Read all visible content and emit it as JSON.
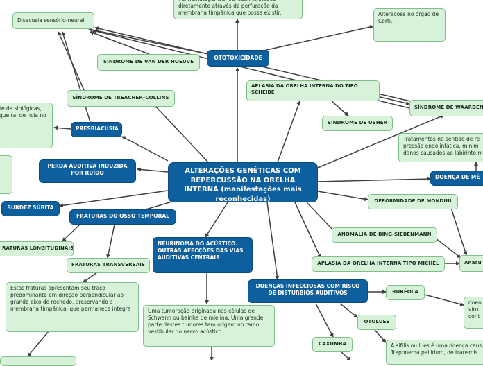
{
  "nodes": {
    "central": "ALTERAÇÕES GENÉTICAS COM REPERCUSSÃO NA ORELHA INTERNA (manifestações mais reconhecidas)",
    "ototoxicidade": "OTOTOXICIDADE",
    "top_note": "via hematogênica, ou local, injetados diretamente através de perfuração da membrana timpânica que possa existir.",
    "orgao_corti": "Alterações no órgão de Corti.",
    "disacusia": "Disacusia sensório-neural",
    "van_der_hoeve": "SÍNDROME DE VAN DER HOEUVE",
    "aplasia_scheibe": "APLASIA DA ORELHA INTERNA DO TIPO SCHEIBE",
    "waardenburg": "SÍNDROME DE WAARDENBURG",
    "usher": "SÍNDROME DE USHER",
    "treacher_collins": "SÍNDROME DE TREACHER–COLLINS",
    "left_note": "te da siológicas, que ral de ncia no",
    "presbiacusia": "PRESBIACUSIA",
    "meniere_note": "Tratamentos no sentido de re pressão endolinfática, minim danos causados ao labirinto m",
    "meniere": "DOENÇA DE MÉ",
    "perda_ruido": "PERDA AUDITIVA INDUZIDA POR RUÍDO",
    "surdez_subita": "SURDEZ SÚBITA",
    "mondini": "DEFORMIDADE DE MONDINI",
    "fraturas_osso": "FRATURAS DO OSSO TEMPORAL",
    "fraturas_long": "RATURAS LONGITUDINAIS",
    "neurinoma": "NEURINOMA DO ACÚSTICO. OUTRAS AFECÇÕES DAS VIAS AUDITIVAS CENTRAIS",
    "bing_siebenmann": "ANOMALIA DE BING-SIEBENMANN",
    "fraturas_transv": "FRATURAS TRANSVERSAIS",
    "aplasia_michel": "APLASIA DA ORELHA INTERNA TIPO MICHEL",
    "anacusia": "Anacu",
    "transv_note": "Estas fraturas apresentam seu traço predominante em direção perpendicular ao grande eixo do rochedo, preservando a membrana timpânica, que permanece íntegra",
    "infecciosas": "DOENÇAS INFECCIOSAS COM RISCO DE DISTÚRBIOS AUDITIVOS",
    "rubeola": "RUBÉOLA",
    "rubeola_note": "doen víru cont",
    "neurinoma_note": "Uma tumoração originada nas células de Schwann ou bainha de mielina. Uma grande parte destes tumores tem origem no ramo vestibular do nervo acústico",
    "otolues": "OTOLUES",
    "caxumba": "CAXUMBA",
    "sifilis_note": "A sífilis ou lues é uma doença caus Treponema pallidum, de transmis"
  }
}
